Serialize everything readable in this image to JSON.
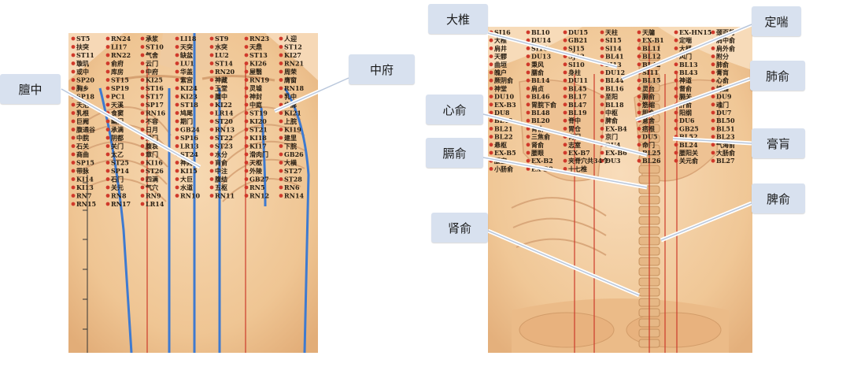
{
  "front_labels": [
    "ST5",
    "RN24",
    "承浆",
    "LI18",
    "ST9",
    "RN23",
    "人迎",
    "扶突",
    "LI17",
    "ST10",
    "天突",
    "水突",
    "天鼎",
    "ST12",
    "ST11",
    "RN22",
    "气舍",
    "缺盆",
    "LU2",
    "ST13",
    "KI27",
    "璇玑",
    "俞府",
    "云门",
    "LU1",
    "ST14",
    "KI26",
    "RN21",
    "或中",
    "库房",
    "中府",
    "华盖",
    "RN20",
    "屋翳",
    "周荣",
    "SP20",
    "ST15",
    "KI25",
    "紫宫",
    "神藏",
    "RN19",
    "膺窗",
    "胸乡",
    "SP19",
    "ST16",
    "KI24",
    "玉堂",
    "灵墟",
    "RN18",
    "SP18",
    "PC1",
    "ST17",
    "KI23",
    "膻中",
    "神封",
    "乳中",
    "天池",
    "天溪",
    "SP17",
    "ST18",
    "KI22",
    "中庭",
    "步廊",
    "乳根",
    "食窦",
    "RN16",
    "鸠尾",
    "LR14",
    "ST19",
    "KI21",
    "巨阙",
    "幽门",
    "不容",
    "期门",
    "ST20",
    "KI20",
    "上脘",
    "腹通谷",
    "承满",
    "日月",
    "GB24",
    "RN13",
    "ST21",
    "KI19",
    "中脘",
    "阴都",
    "梁门",
    "SP16",
    "ST22",
    "KI18",
    "建里",
    "石关",
    "关门",
    "腹哀",
    "LR13",
    "ST23",
    "KI17",
    "下脘",
    "商曲",
    "太乙",
    "章门",
    "ST24",
    "水分",
    "滑肉门",
    "GB26",
    "SP15",
    "ST25",
    "KI16",
    "神阙",
    "肓俞",
    "天枢",
    "大横",
    "带脉",
    "SP14",
    "ST26",
    "KI15",
    "中注",
    "外陵",
    "ST27",
    "KI14",
    "石门",
    "四满",
    "大巨",
    "腹结",
    "GB27",
    "ST28",
    "KI13",
    "关元",
    "气穴",
    "水道",
    "五枢",
    "RN5",
    "RN6",
    "RN7",
    "RN8",
    "RN9",
    "RN10",
    "RN11",
    "RN12",
    "RN14",
    "RN15",
    "RN17",
    "LR14"
  ],
  "back_labels": [
    "SJ16",
    "BL10",
    "DU15",
    "天柱",
    "天牖",
    "EX-HN15",
    "颈百劳",
    "大椎",
    "DU14",
    "GB21",
    "SI15",
    "EX-B1",
    "定喘",
    "肩中俞",
    "肩井",
    "SI16",
    "SJ15",
    "SI14",
    "BL11",
    "大杼",
    "肩外俞",
    "天髎",
    "DU13",
    "SJ12",
    "BL41",
    "BL12",
    "风门",
    "附分",
    "曲垣",
    "秉风",
    "SI10",
    "SI13",
    "BL42",
    "BL13",
    "肺俞",
    "魄户",
    "臑俞",
    "身柱",
    "DU12",
    "SI11",
    "BL43",
    "膏肓",
    "厥阴俞",
    "BL14",
    "DU11",
    "BL44",
    "BL15",
    "神道",
    "心俞",
    "神堂",
    "肩贞",
    "BL45",
    "BL16",
    "灵台",
    "督俞",
    "譩譆",
    "DU10",
    "BL46",
    "BL17",
    "至阳",
    "膈俞",
    "膈关",
    "DU9",
    "EX-B3",
    "胃脘下俞",
    "BL47",
    "BL18",
    "筋缩",
    "肝俞",
    "魂门",
    "DU8",
    "BL48",
    "BL19",
    "中枢",
    "胆俞",
    "阳纲",
    "DU7",
    "BL49",
    "BL20",
    "脊中",
    "脾俞",
    "意舍",
    "DU6",
    "BL50",
    "BL21",
    "胃俞",
    "胃仓",
    "EX-B4",
    "痞根",
    "GB25",
    "BL51",
    "BL22",
    "三焦俞",
    "肓门",
    "京门",
    "DU5",
    "BL52",
    "BL23",
    "悬枢",
    "肾俞",
    "志室",
    "DU4",
    "命门",
    "BL24",
    "气海俞",
    "EX-B5",
    "腰眼",
    "EX-B7",
    "EX-B6",
    "BL25",
    "腰阳关",
    "大肠俞",
    "腰宜",
    "EX-B2",
    "夹脊穴共34个",
    "DU3",
    "BL26",
    "关元俞",
    "BL27",
    "小肠俞",
    "EX-B8",
    "十七椎"
  ],
  "callouts": {
    "left": [
      "膻中",
      "中府"
    ],
    "right": [
      "大椎",
      "定喘",
      "肺俞",
      "心俞",
      "膏肓",
      "膈俞",
      "脾俞",
      "肾俞"
    ]
  },
  "colors": {
    "skin": "#f3cfa3",
    "meridian_ren": "#3e7ad0",
    "point": "#d0392b",
    "callout_bg": "#d8e1ef"
  }
}
